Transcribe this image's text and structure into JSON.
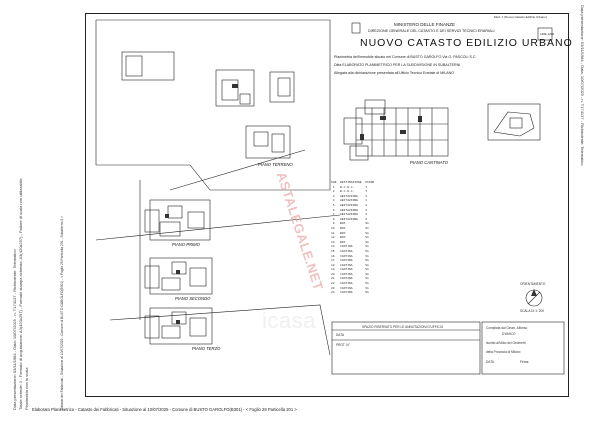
{
  "margin_left": {
    "line1": "Data presentazione: 03/11/1984 - Data: 10/07/2025 - n. T174137 - Richiedente: Telematico",
    "line2": "Totale schede: 1 - Formato di acquisizione: A3(420x297) - Formato stampa richiesto: A3(420x297) - Fattore di scala non utilizzabile",
    "line3": "Planimetria non in scala",
    "line4": "Catasto dei Fabbricati - Situazione al 10/07/2025 - Comune di BUSTO GAROLFO(B301) - < Foglio 29 Particella 201 - Subalterno 5 >"
  },
  "margin_right": {
    "line1": "Data presentazione: 03/11/1984 - Data: 10/07/2025 - n. T174137 - Richiedente: Telematico"
  },
  "header": {
    "ministry": "MINISTERO DELLE FINANZE",
    "direction": "DIREZIONE GENERALE DEL CATASTO E DEI SERVIZI TECNICI ERARIALI",
    "title": "NUOVO CATASTO EDILIZIO URBANO",
    "modello": "Mod. 1 (Nuovo Catasto Edilizio Urbano)",
    "lire": "LIRE 1200",
    "owner_line": "Planimetria dell'immobile situato nel Comune di BUSTO GAROLFO  Via G. PASCOLI  S.C.",
    "ditta_line": "Ditta ELABORATO PLANIMETRICO PER LA SUDDIVISIONE IN SUBALTERNI",
    "allegata_line": "Allegata alla dichiarazione presentata all'Ufficio Tecnico Erariale di  MILANO"
  },
  "plans": {
    "piano_terreno": "PIANO TERRENO",
    "piano_cantinato": "PIANO CANTINATO",
    "piano_primo": "PIANO PRIMO",
    "piano_secondo": "PIANO SECONDO",
    "piano_terzo": "PIANO TERZO"
  },
  "table_rows": [
    "SUB  DESTINAZIONE  PIANO",
    " 1   B.C.N.C.      T",
    " 2   B.C.N.C.      T",
    " 3   ABITAZIONE    1",
    " 4   ABITAZIONE    1",
    " 5   ABITAZIONE    2",
    " 6   ABITAZIONE    2",
    " 7   ABITAZIONE    3",
    " 8   ABITAZIONE    3",
    " 9   BOX           S1",
    "10   BOX           S1",
    "11   BOX           S1",
    "12   BOX           S1",
    "13   BOX           S1",
    "14   CANTINA       S1",
    "15   CANTINA       S1",
    "16   CANTINA       S1",
    "17   CANTINA       S1",
    "18   CANTINA       S1",
    "19   CANTINA       S1",
    "20   CANTINA       S1",
    "21   CANTINA       S1",
    "22   CANTINA       S1",
    "23   CANTINA       S1",
    "24   CANTINA       S1"
  ],
  "orientamento": "ORIENTAMENTO",
  "scala": "SCALA DI 1: 200",
  "riservato": "SPAZIO RISERVATO PER LE ANNOTAZIONI D'UFFICIO",
  "data_label": "DATA",
  "prot_label": "PROT. N°",
  "compilata": "Compilata dal  Geom. Alfonso",
  "compilata_name": "D'AMICO",
  "iscritto": "Iscritto all'Albo dei  Geometri",
  "provincia": "della Provincia di  Milano",
  "data_firma": "DATA",
  "firma": "Firma:",
  "watermark_1": "ASTALEGALE.NET",
  "watermark_2": "icasa",
  "footer": "Elaborato Planimetrico - Catasto dei Fabbricati - Situazione al 10/07/2025 - Comune di BUSTO GAROLFO(B301) - < Foglio 29 Particella 201 >"
}
